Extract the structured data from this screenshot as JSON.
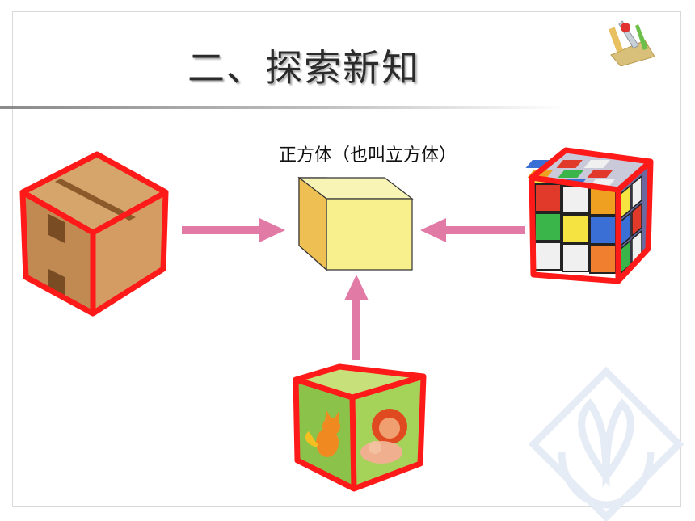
{
  "slide": {
    "title": "二、探索新知",
    "caption": "正方体（也叫立方体）"
  },
  "colors": {
    "arrow": "#e27aa6",
    "outline": "#ff1a1a",
    "cube_yellow": "#f5f08a",
    "cardboard": "#c9955f",
    "watermark": "#e8edf5"
  },
  "icons": {
    "corner_logo": "tools-icon",
    "watermark": "sprout-hands-icon"
  },
  "objects": [
    {
      "name": "cardboard-box",
      "label": ""
    },
    {
      "name": "rubiks-cube",
      "label": ""
    },
    {
      "name": "picture-cube",
      "label": ""
    }
  ]
}
